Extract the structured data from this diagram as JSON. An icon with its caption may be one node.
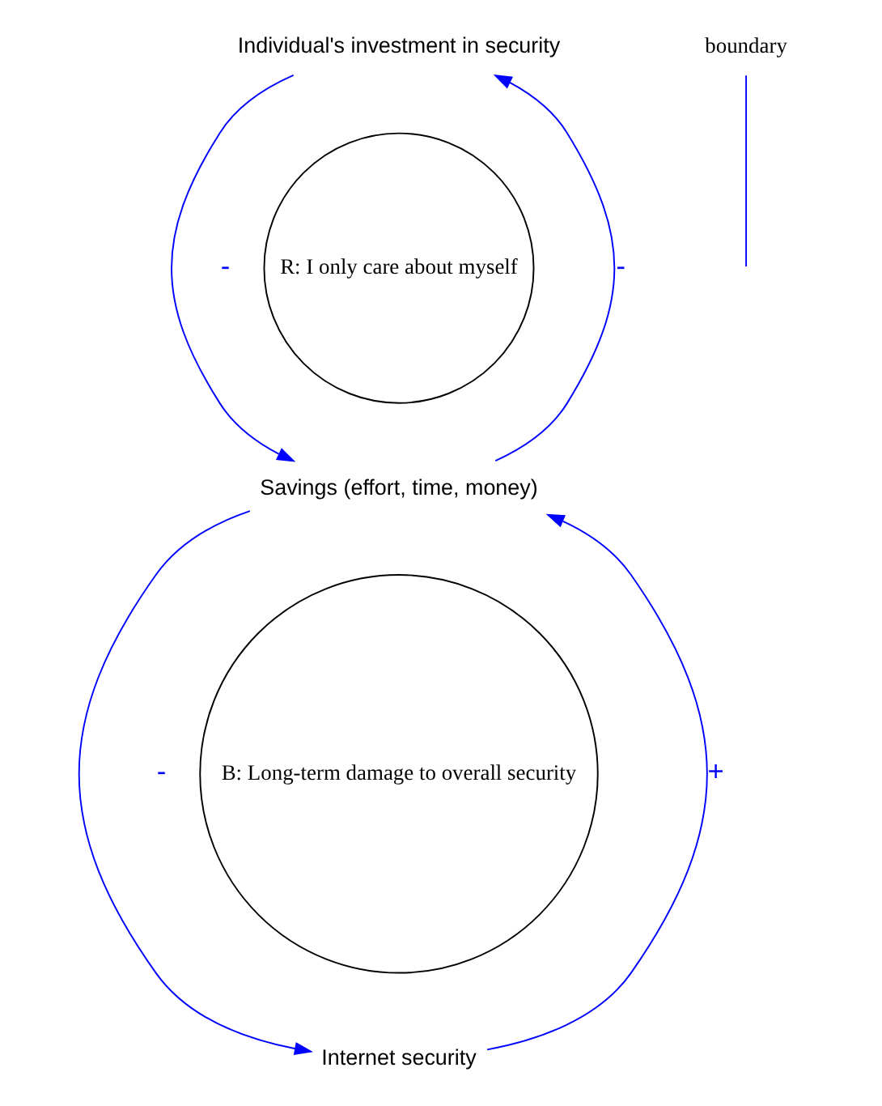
{
  "diagram": {
    "nodes": [
      {
        "text": [
          "Individual's investment in security"
        ]
      },
      {
        "text": [
          "Savings (effort, time, money)"
        ]
      },
      {
        "text": [
          "Internet security"
        ]
      },
      {
        "text": [
          "boundary"
        ]
      }
    ],
    "edges": [
      {
        "from": 0,
        "to": 1,
        "arrow": "to",
        "label": "-"
      },
      {
        "from": 1,
        "to": 0,
        "arrow": "to",
        "label": "-"
      },
      {
        "from": 1,
        "to": 2,
        "arrow": "to",
        "label": "-"
      },
      {
        "from": 2,
        "to": 1,
        "arrow": "to",
        "label": "+"
      },
      {
        "from": 3,
        "to": null,
        "arrow": "none"
      }
    ],
    "labels": [
      "R: I only care about myself",
      "B: Long-term damage to overall security"
    ]
  }
}
